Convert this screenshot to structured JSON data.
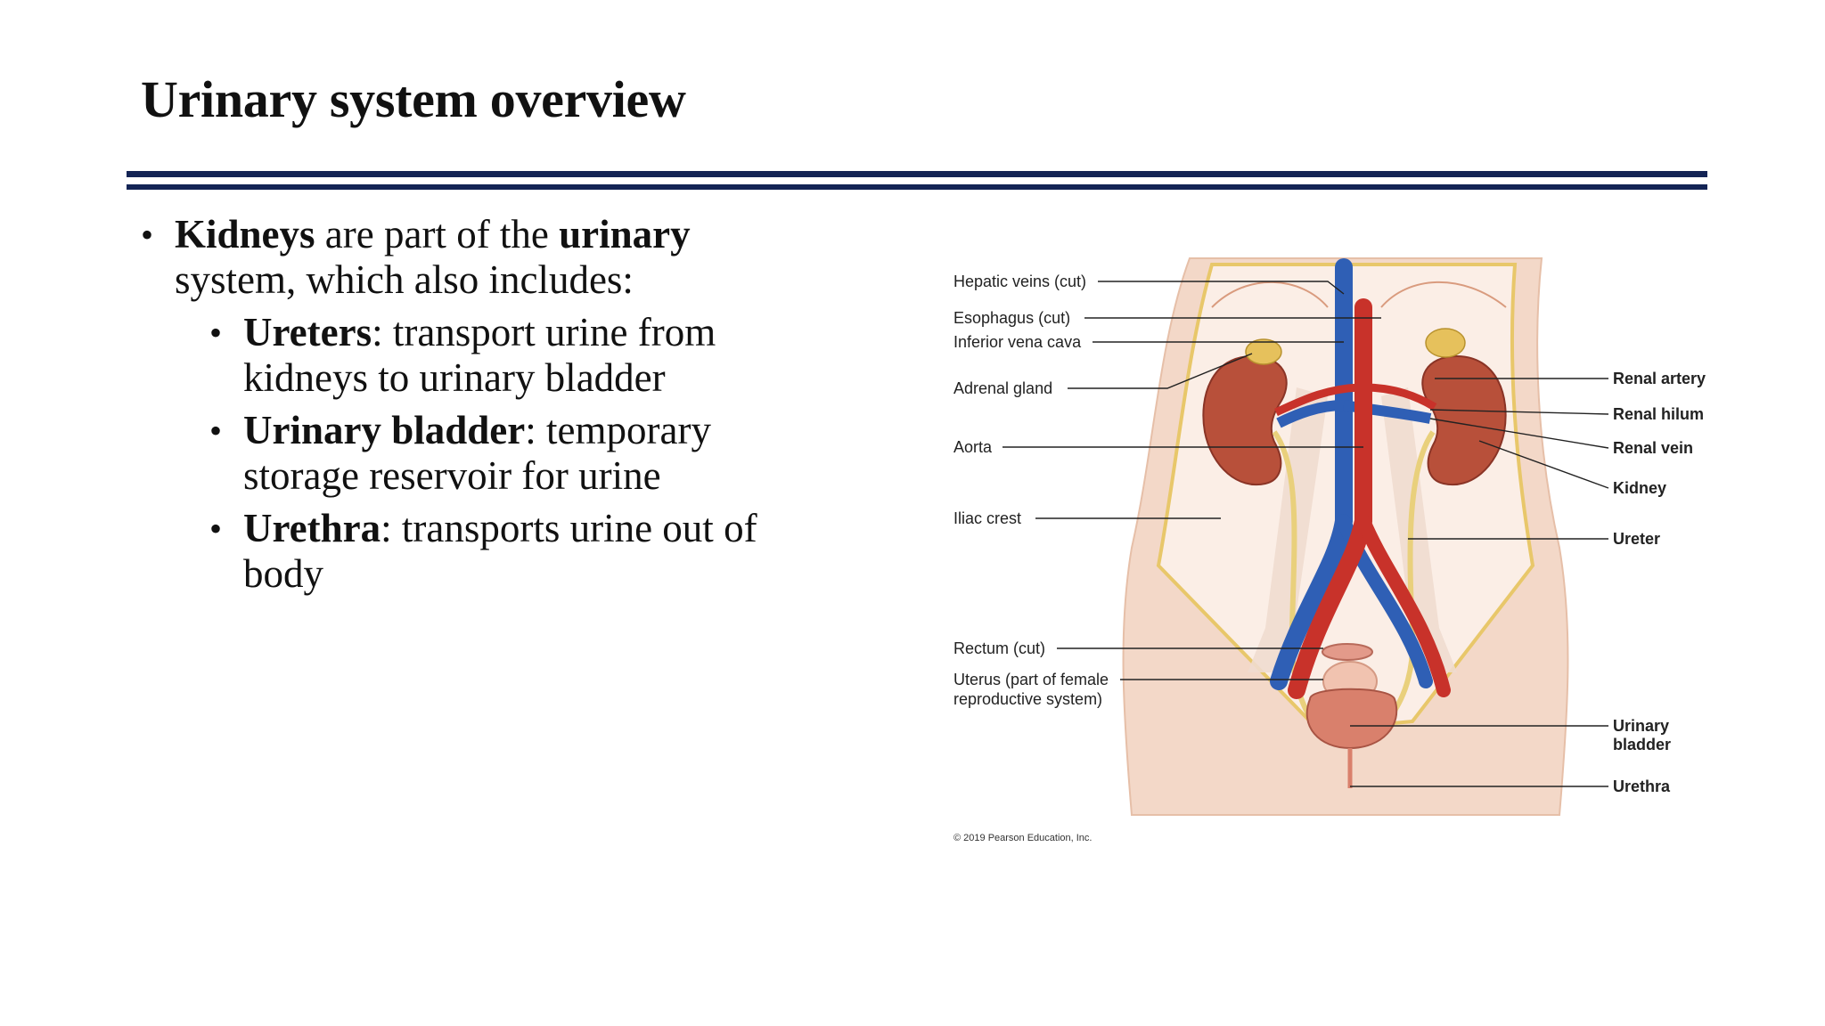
{
  "slide": {
    "title": "Urinary system overview",
    "intro": {
      "bold1": "Kidneys",
      "text1": " are part of the ",
      "bold2": "urinary",
      "text2": " system, which also includes:"
    },
    "subitems": [
      {
        "term": "Ureters",
        "desc": ": transport urine from kidneys to urinary bladder"
      },
      {
        "term": "Urinary bladder",
        "desc": ": temporary storage reservoir for urine"
      },
      {
        "term": "Urethra",
        "desc": ": transports urine out of body"
      }
    ]
  },
  "figure": {
    "labels_left": [
      "Hepatic veins (cut)",
      "Esophagus (cut)",
      "Inferior vena cava",
      "Adrenal gland",
      "Aorta",
      "Iliac crest",
      "Rectum (cut)",
      "Uterus (part of female",
      "reproductive system)"
    ],
    "labels_right": [
      "Renal artery",
      "Renal hilum",
      "Renal vein",
      "Kidney",
      "Ureter",
      "Urinary",
      "bladder",
      "Urethra"
    ],
    "copyright": "© 2019 Pearson Education, Inc."
  },
  "colors": {
    "rule": "#132455",
    "artery": "#c8322a",
    "vein": "#2f5fb5",
    "kidney": "#b8503a",
    "skin": "#f3d8c8"
  }
}
